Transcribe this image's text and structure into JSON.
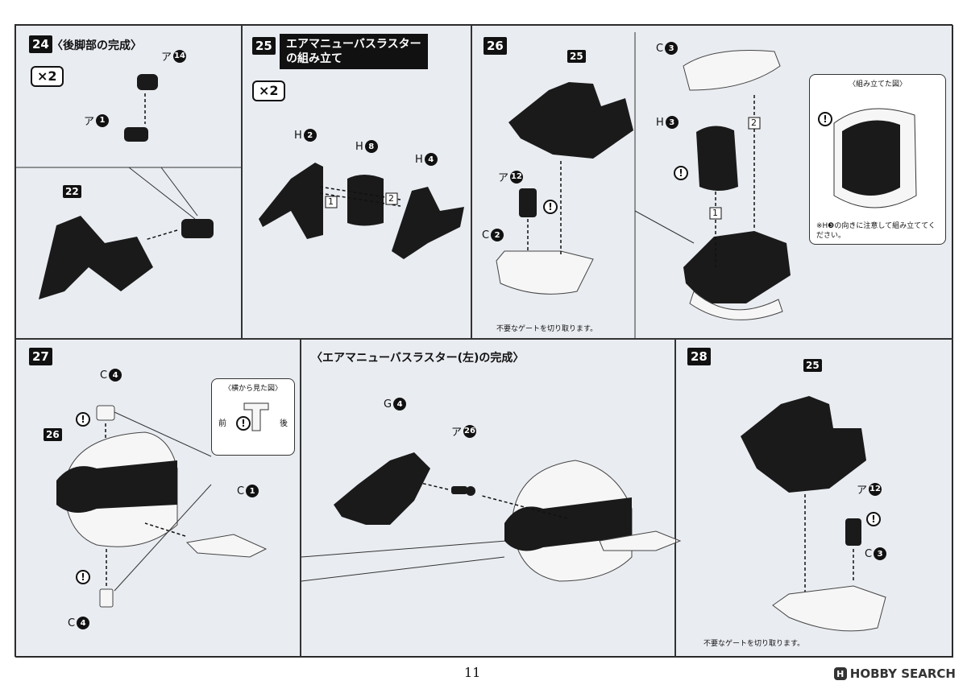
{
  "steps": {
    "s24": {
      "num": "24",
      "title": "〈後脚部の完成〉",
      "times": "×2",
      "part_a14": "ア",
      "part_a14_num": "14",
      "part_a1": "ア",
      "part_a1_num": "1",
      "ref22": "22"
    },
    "s25": {
      "num": "25",
      "banner_line1": "エアマニューバスラスター",
      "banner_line2": "の組み立て",
      "times": "×2",
      "h2": "H",
      "h2_num": "2",
      "h8": "H",
      "h8_num": "8",
      "h4": "H",
      "h4_num": "4",
      "order1": "1",
      "order2": "2"
    },
    "s26": {
      "num": "26",
      "ref25": "25",
      "a12": "ア",
      "a12_num": "12",
      "c2": "C",
      "c2_num": "2",
      "c3": "C",
      "c3_num": "3",
      "h3": "H",
      "h3_num": "3",
      "order1": "1",
      "order2": "2",
      "gate_note": "不要なゲートを切り取ります。",
      "assembled_title": "〈組み立てた図〉",
      "caution_note": "※H❸の向きに注意して組み立ててください。"
    },
    "s27": {
      "num": "27",
      "c4_top": "C",
      "c4_top_num": "4",
      "ref26": "26",
      "c1": "C",
      "c1_num": "1",
      "c4_bottom": "C",
      "c4_bottom_num": "4",
      "side_view_title": "〈横から見た図〉",
      "front": "前",
      "back": "後"
    },
    "s_complete": {
      "title": "〈エアマニューバスラスター(左)の完成〉",
      "g4": "G",
      "g4_num": "4",
      "a26": "ア",
      "a26_num": "26"
    },
    "s28": {
      "num": "28",
      "ref25": "25",
      "a12": "ア",
      "a12_num": "12",
      "c3": "C",
      "c3_num": "3",
      "gate_note": "不要なゲートを切り取ります。"
    }
  },
  "footer": {
    "page_number": "11",
    "watermark": "HOBBY SEARCH"
  },
  "colors": {
    "background": "#e9ecf1",
    "part_dark": "#1a1a1a",
    "part_white": "#f6f6f6"
  }
}
